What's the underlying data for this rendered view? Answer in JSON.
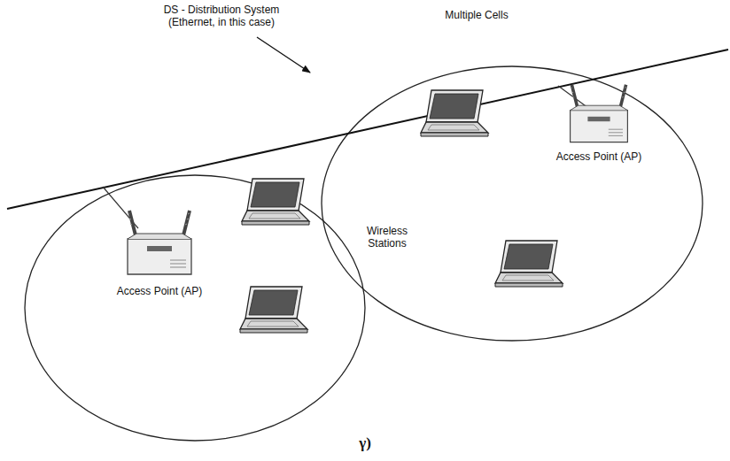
{
  "diagram": {
    "caption": "γ)",
    "labels": [
      "DS - Distribution System (Ethernet, in this case)",
      "Multiple Cells",
      "Wireless Stations",
      "Access Point (AP)",
      "Access Point (AP)"
    ]
  }
}
